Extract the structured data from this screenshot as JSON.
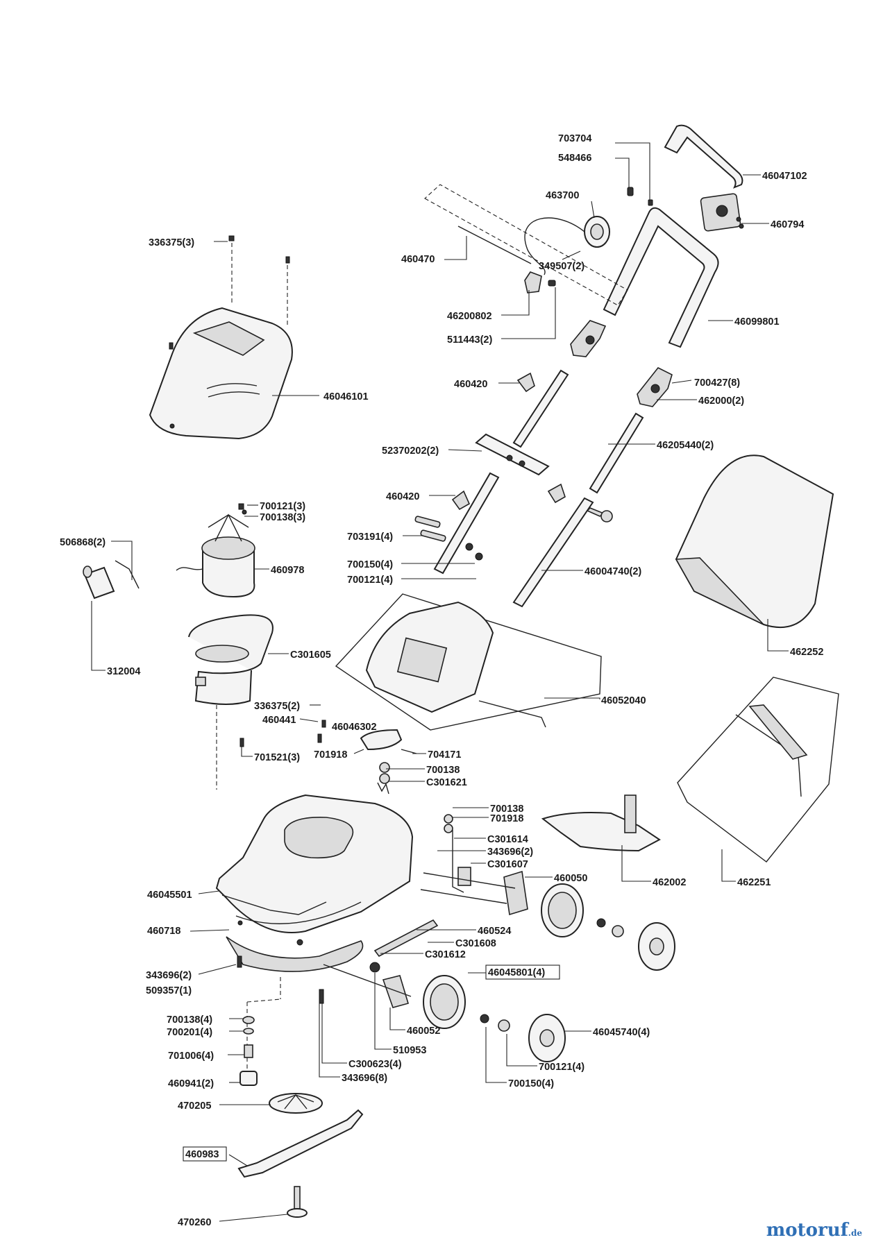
{
  "diagram": {
    "labels": {
      "p703704": "703704",
      "p548466": "548466",
      "p46047102": "46047102",
      "p463700": "463700",
      "p460794": "460794",
      "p336375_3": "336375(3)",
      "p460470": "460470",
      "p349507_2": "349507(2)",
      "p46200802": "46200802",
      "p46099801": "46099801",
      "p511443_2": "511443(2)",
      "p46046101": "46046101",
      "p460420a": "460420",
      "p700427_8": "700427(8)",
      "p462000_2": "462000(2)",
      "p52370202_2": "52370202(2)",
      "p46205440_2": "46205440(2)",
      "p460420b": "460420",
      "p700121_3": "700121(3)",
      "p700138_3": "700138(3)",
      "p506868_2": "506868(2)",
      "p703191_4": "703191(4)",
      "p460978": "460978",
      "p700150_4a": "700150(4)",
      "p46004740_2": "46004740(2)",
      "p700121_4a": "700121(4)",
      "p312004": "312004",
      "p462252": "462252",
      "pC301605": "C301605",
      "p46052040": "46052040",
      "p336375_2": "336375(2)",
      "p460441": "460441",
      "p46046302": "46046302",
      "p701918a": "701918",
      "p704171": "704171",
      "p701521_3": "701521(3)",
      "p700138a": "700138",
      "pC301621": "C301621",
      "p700138b": "700138",
      "p701918b": "701918",
      "pC301614": "C301614",
      "p343696_2a": "343696(2)",
      "pC301607": "C301607",
      "p460050": "460050",
      "p462002": "462002",
      "p462251": "462251",
      "p46045501": "46045501",
      "p460718": "460718",
      "p460524": "460524",
      "pC301608": "C301608",
      "pC301612": "C301612",
      "p46045801_4": "46045801(4)",
      "p343696_2b": "343696(2)",
      "p509357_1": "509357(1)",
      "p700138_4": "700138(4)",
      "p700201_4": "700201(4)",
      "p460052": "460052",
      "p46045740_4": "46045740(4)",
      "p510953": "510953",
      "p701006_4": "701006(4)",
      "pC300623_4": "C300623(4)",
      "p700121_4b": "700121(4)",
      "p460941_2": "460941(2)",
      "p343696_8": "343696(8)",
      "p700150_4b": "700150(4)",
      "p470205": "470205",
      "p460983": "460983",
      "p470260": "470260"
    },
    "logo": {
      "text": "motoruf",
      "suffix": ".de"
    }
  }
}
